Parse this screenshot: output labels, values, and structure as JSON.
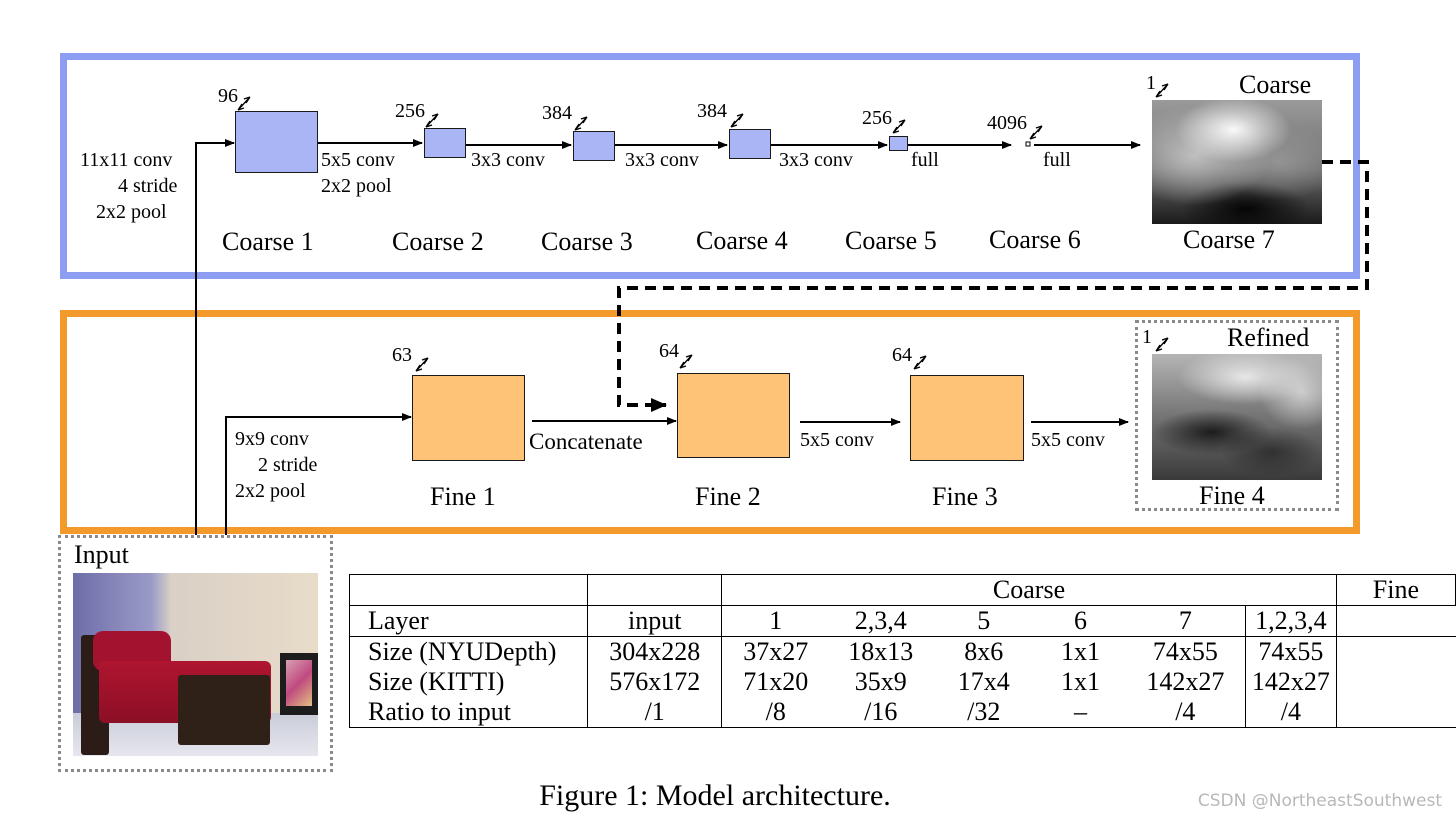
{
  "coarse": {
    "layers": [
      {
        "name": "Coarse 1",
        "size": "96"
      },
      {
        "name": "Coarse 2",
        "size": "256"
      },
      {
        "name": "Coarse 3",
        "size": "384"
      },
      {
        "name": "Coarse 4",
        "size": "384"
      },
      {
        "name": "Coarse 5",
        "size": "256"
      },
      {
        "name": "Coarse 6",
        "size": "4096"
      },
      {
        "name": "Coarse 7",
        "size": "1"
      }
    ],
    "ops": {
      "in1": "11x11 conv",
      "in2": "4 stride",
      "in3": "2x2 pool",
      "c12a": "5x5 conv",
      "c12b": "2x2 pool",
      "c23": "3x3 conv",
      "c34": "3x3 conv",
      "c45": "3x3 conv",
      "c56": "full",
      "c67": "full"
    },
    "output_title": "Coarse"
  },
  "fine": {
    "layers": [
      {
        "name": "Fine 1",
        "size": "63"
      },
      {
        "name": "Fine 2",
        "size": "64"
      },
      {
        "name": "Fine 3",
        "size": "64"
      },
      {
        "name": "Fine 4",
        "size": "1"
      }
    ],
    "ops": {
      "in1": "9x9 conv",
      "in2": "2 stride",
      "in3": "2x2 pool",
      "f12": "Concatenate",
      "f23": "5x5 conv",
      "f34": "5x5 conv"
    },
    "output_title": "Refined"
  },
  "input_title": "Input",
  "table": {
    "group_coarse": "Coarse",
    "group_fine": "Fine",
    "header": [
      "Layer",
      "input",
      "1",
      "2,3,4",
      "5",
      "6",
      "7",
      "1,2,3,4"
    ],
    "rows": [
      [
        "Size (NYUDepth)",
        "304x228",
        "37x27",
        "18x13",
        "8x6",
        "1x1",
        "74x55",
        "74x55"
      ],
      [
        "Size (KITTI)",
        "576x172",
        "71x20",
        "35x9",
        "17x4",
        "1x1",
        "142x27",
        "142x27"
      ],
      [
        "Ratio to input",
        "/1",
        "/8",
        "/16",
        "/32",
        "–",
        "/4",
        "/4"
      ]
    ]
  },
  "caption": "Figure 1: Model architecture.",
  "watermark": "CSDN @NortheastSouthwest"
}
